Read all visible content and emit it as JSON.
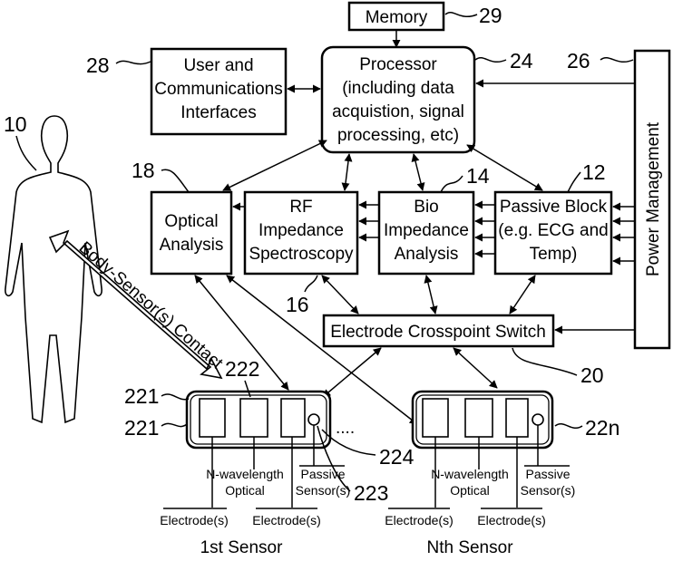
{
  "blocks": {
    "memory": "Memory",
    "processor": [
      "Processor",
      "(including data",
      "acquistion, signal",
      "processing, etc)"
    ],
    "user_comm": [
      "User and",
      "Communications",
      "Interfaces"
    ],
    "optical": [
      "Optical",
      "Analysis"
    ],
    "rf": [
      "RF",
      "Impedance",
      "Spectroscopy"
    ],
    "bio": [
      "Bio",
      "Impedance",
      "Analysis"
    ],
    "passive": [
      "Passive Block",
      "(e.g. ECG and",
      "Temp)"
    ],
    "power": "Power Management",
    "crosspoint": "Electrode Crosspoint Switch",
    "body_contact": "Body-Sensor(s) Contact"
  },
  "refs": {
    "memory": "29",
    "processor": "24",
    "power": "26",
    "user_comm": "28",
    "body": "10",
    "optical": "18",
    "bio": "14",
    "passive": "12",
    "rf": "16",
    "crosspoint": "20",
    "s221": "221",
    "s221b": "221",
    "s222": "222",
    "s223": "223",
    "s224": "224",
    "s22n": "22n"
  },
  "sensor_labels": {
    "nwave": [
      "N-wavelength",
      "Optical"
    ],
    "passive": [
      "Passive",
      "Sensor(s)"
    ],
    "electrode": "Electrode(s)",
    "first": "1st Sensor",
    "nth": "Nth Sensor",
    "dots": "...."
  }
}
